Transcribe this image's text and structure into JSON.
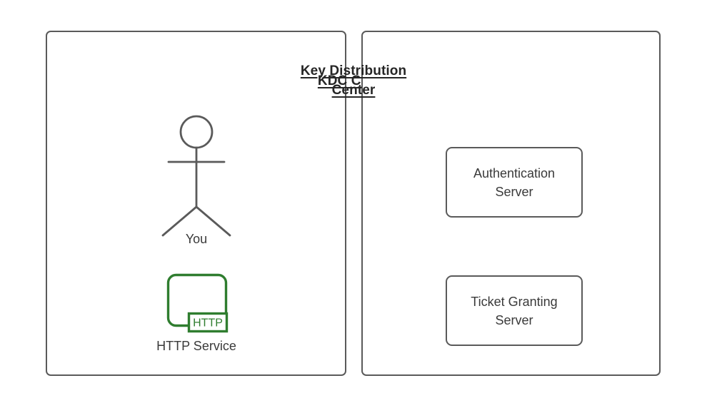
{
  "diagram": {
    "type": "kerberos-architecture",
    "background": "#ffffff",
    "stroke_color": "#5a5a5a",
    "text_color": "#3a3a3a",
    "accent_green": "#2f7d2f"
  },
  "panels": {
    "client": {
      "title": "KDC Client",
      "actor": {
        "icon": "stick-figure-icon",
        "label": "You"
      },
      "service": {
        "icon": "http-service-icon",
        "badge": "HTTP",
        "label": "HTTP Service"
      }
    },
    "kdc": {
      "title_line1": "Key Distribution",
      "title_line2": "Center",
      "boxes": [
        {
          "label": "Authentication\nServer"
        },
        {
          "label": "Ticket Granting\nServer"
        }
      ]
    }
  }
}
